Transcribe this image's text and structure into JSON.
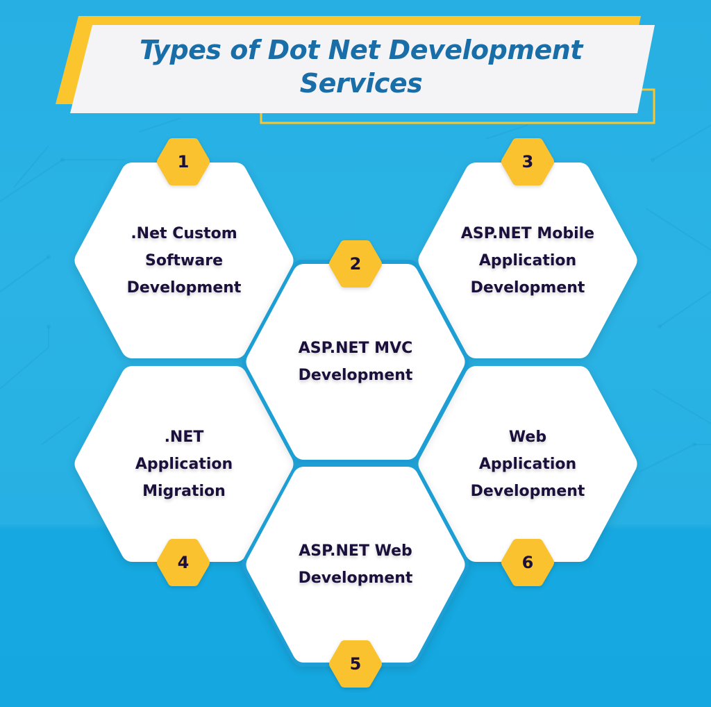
{
  "title": {
    "line1": "Types of Dot Net Development",
    "line2": "Services"
  },
  "colors": {
    "background": "#29b0e3",
    "background_lower": "#16a8e0",
    "banner_fill": "#f4f4f6",
    "banner_accent": "#fbc52d",
    "title_text": "#1a6ea8",
    "badge": "#f9c22e",
    "body_text": "#1b0f3b"
  },
  "services": [
    {
      "number": "1",
      "lines": [
        ".Net Custom",
        "Software",
        "Development"
      ]
    },
    {
      "number": "2",
      "lines": [
        "ASP.NET MVC",
        "Development"
      ]
    },
    {
      "number": "3",
      "lines": [
        "ASP.NET Mobile",
        "Application",
        "Development"
      ]
    },
    {
      "number": "4",
      "lines": [
        ".NET",
        "Application",
        "Migration"
      ]
    },
    {
      "number": "5",
      "lines": [
        "ASP.NET Web",
        "Development"
      ]
    },
    {
      "number": "6",
      "lines": [
        "Web",
        "Application",
        "Development"
      ]
    }
  ]
}
